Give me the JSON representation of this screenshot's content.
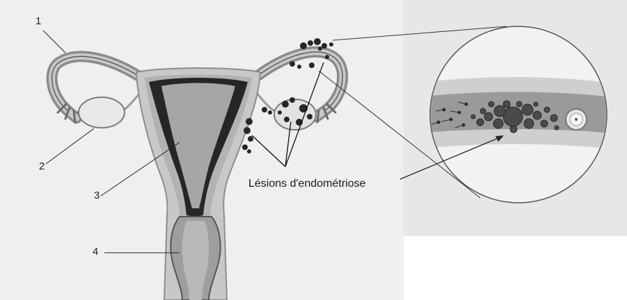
{
  "figure": {
    "numbered_labels": [
      "1",
      "2",
      "3",
      "4"
    ],
    "lesion_label": "Lésions d'endométriose"
  },
  "colors": {
    "panel_left": "#efefef",
    "panel_right": "#e6e6e6",
    "tissue": "#bdbdbd",
    "lining": "#1f1f1f",
    "lesion": "#2a2a2a"
  }
}
